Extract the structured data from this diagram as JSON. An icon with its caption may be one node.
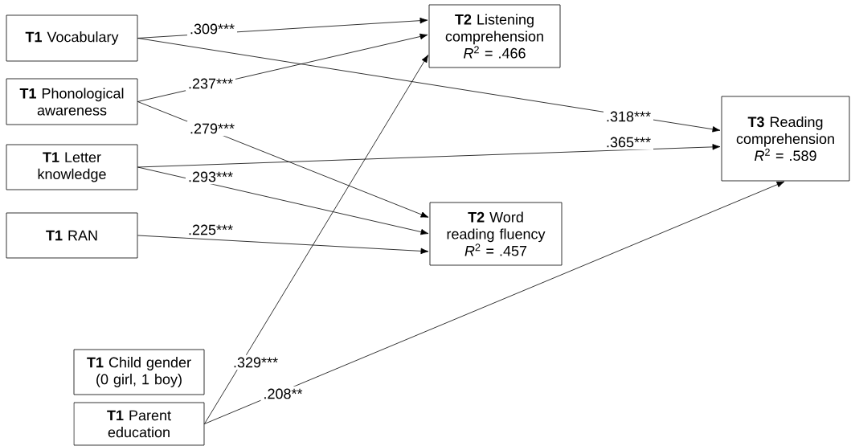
{
  "diagram": {
    "nodes": [
      {
        "text": [
          "**T1** Vocabulary"
        ]
      },
      {
        "text": [
          "**T1** Phonological awareness"
        ]
      },
      {
        "text": [
          "**T1** Letter knowledge"
        ]
      },
      {
        "text": [
          "**T1** RAN"
        ]
      },
      {
        "text": [
          "**T1** Child gender (0 girl, 1 boy)"
        ]
      },
      {
        "text": [
          "**T1** Parent education"
        ]
      },
      {
        "text": [
          "**T2** Listening comprehension",
          "*R*$^{2}$ = .466"
        ]
      },
      {
        "text": [
          "**T2** Word reading fluency",
          "*R*$^{2}$ = .457"
        ]
      },
      {
        "text": [
          "**T3** Reading comprehension",
          "*R*$^{2}$ = .589"
        ]
      }
    ],
    "edges": [
      {
        "from": 0,
        "to": 6,
        "arrow": "to",
        "label": ".309***"
      },
      {
        "from": 1,
        "to": 6,
        "arrow": "to",
        "label": ".237***"
      },
      {
        "from": 1,
        "to": 7,
        "arrow": "to",
        "label": ".279***"
      },
      {
        "from": 0,
        "to": 8,
        "arrow": "to",
        "label": ".318***"
      },
      {
        "from": 2,
        "to": 8,
        "arrow": "to",
        "label": ".365***"
      },
      {
        "from": 2,
        "to": 7,
        "arrow": "to",
        "label": ".293***"
      },
      {
        "from": 3,
        "to": 7,
        "arrow": "to",
        "label": ".225***"
      },
      {
        "from": 5,
        "to": 6,
        "arrow": "to",
        "label": ".329***"
      },
      {
        "from": 5,
        "to": 8,
        "arrow": "to",
        "label": ".208**"
      }
    ]
  }
}
